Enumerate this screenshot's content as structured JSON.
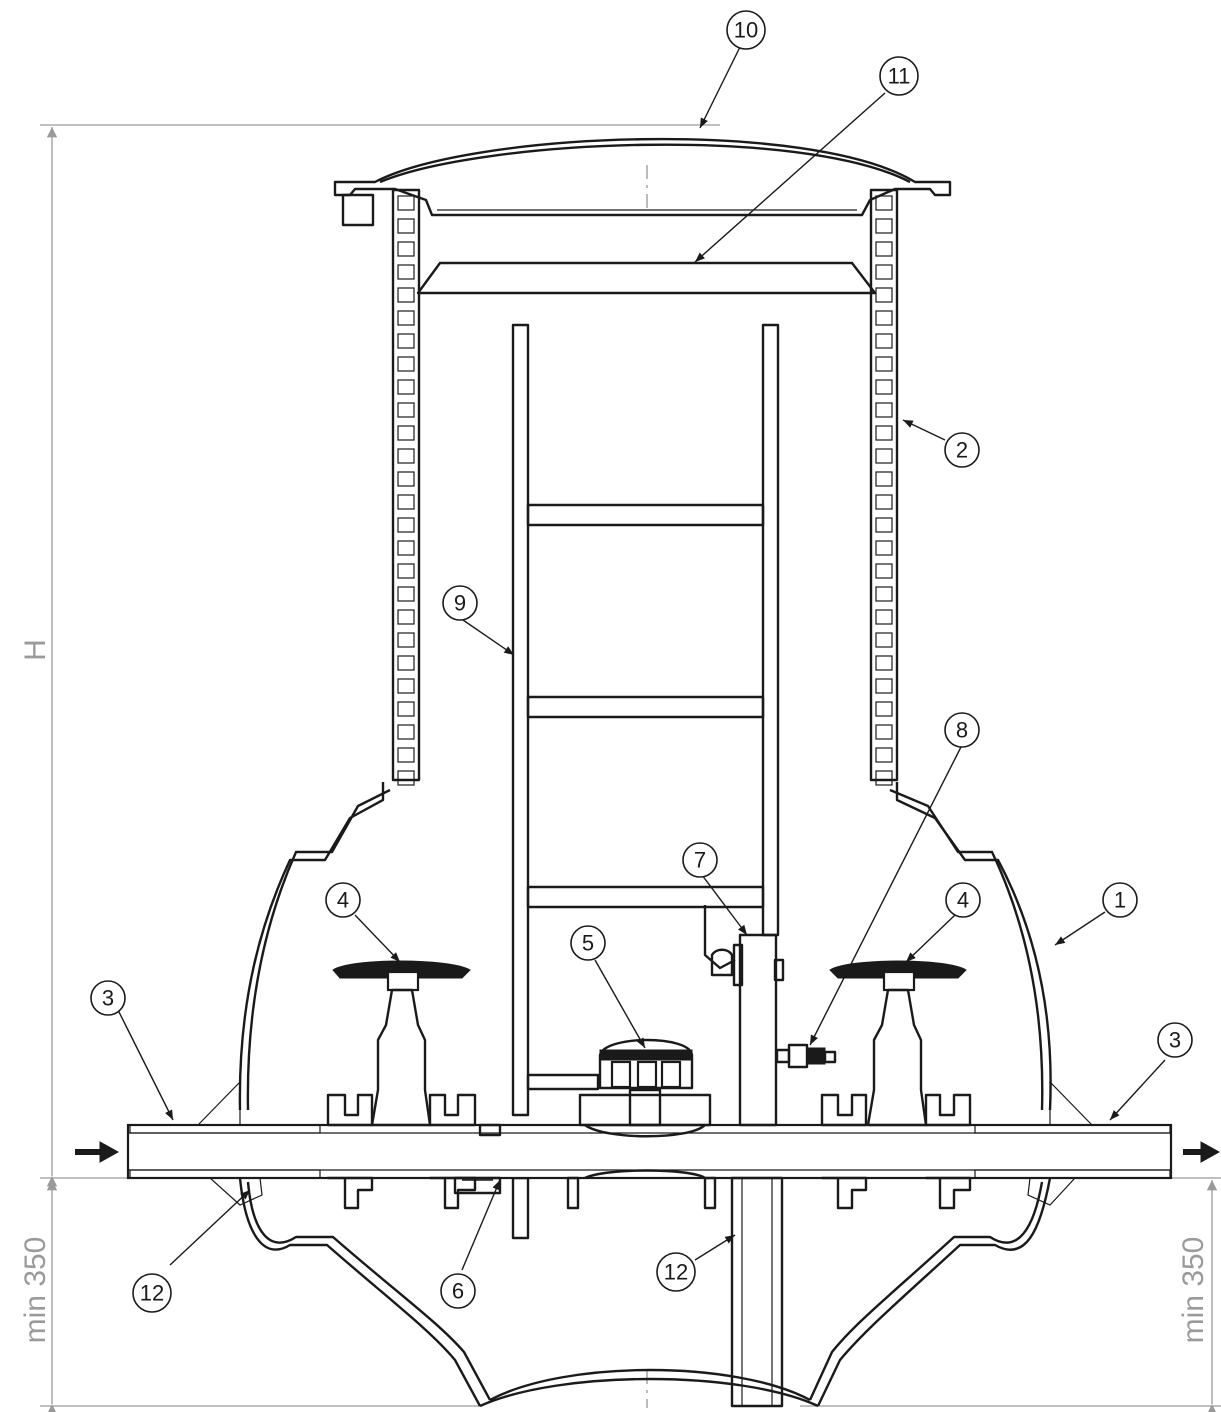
{
  "dimensions": {
    "height_label": "H",
    "left_min_label": "min 350",
    "right_min_label": "min 350"
  },
  "callouts": [
    {
      "id": "c1",
      "label": "1"
    },
    {
      "id": "c2",
      "label": "2"
    },
    {
      "id": "c3l",
      "label": "3"
    },
    {
      "id": "c3r",
      "label": "3"
    },
    {
      "id": "c4l",
      "label": "4"
    },
    {
      "id": "c4r",
      "label": "4"
    },
    {
      "id": "c5",
      "label": "5"
    },
    {
      "id": "c6",
      "label": "6"
    },
    {
      "id": "c7",
      "label": "7"
    },
    {
      "id": "c8",
      "label": "8"
    },
    {
      "id": "c9",
      "label": "9"
    },
    {
      "id": "c10",
      "label": "10"
    },
    {
      "id": "c11",
      "label": "11"
    },
    {
      "id": "c12l",
      "label": "12"
    },
    {
      "id": "c12b",
      "label": "12"
    }
  ],
  "colors": {
    "line": "#1a1a1a",
    "dimension": "#9a9a9a"
  }
}
